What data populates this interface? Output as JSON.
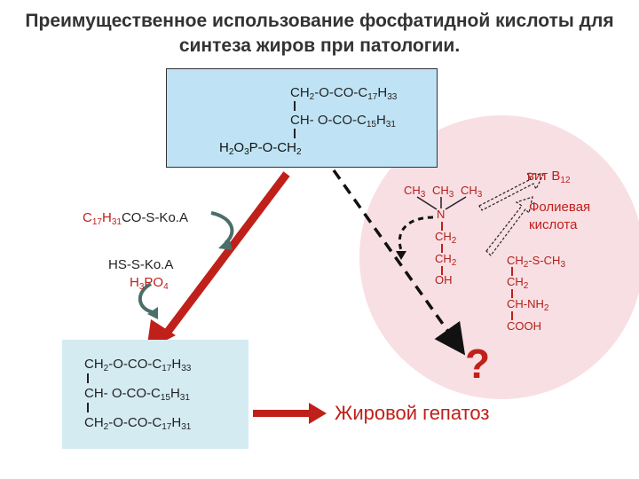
{
  "title": "Преимущественное использование фосфатидной кислоты для синтеза жиров при патологии.",
  "top_box": {
    "r1": [
      "CH",
      "2",
      "-O-CO-C",
      "17",
      "H",
      "33"
    ],
    "r2": [
      "CH- O-CO-C",
      "15",
      "H",
      "31"
    ],
    "r3": [
      "H",
      "2",
      "O",
      "3",
      "P-O-CH",
      "2"
    ]
  },
  "coa1": [
    "C",
    "17",
    "H",
    "31",
    "CO-S-Ko.A"
  ],
  "coa2": "HS-S-Ko.A",
  "h3po4": [
    "H",
    "3",
    "PO",
    "4"
  ],
  "bottom_box": {
    "r1": [
      "CH",
      "2",
      "-O-CO-C",
      "17",
      "H",
      "33"
    ],
    "r2": [
      "CH- O-CO-C",
      "15",
      "H",
      "31"
    ],
    "r3": [
      "CH",
      "2",
      "-O-CO-C",
      "17",
      "H",
      "31"
    ]
  },
  "choline": {
    "ch3a": [
      "CH",
      "3"
    ],
    "ch3b": [
      "CH",
      "3"
    ],
    "ch3c": [
      "CH",
      "3"
    ],
    "n": "N",
    "ch2a": [
      "CH",
      "2"
    ],
    "ch2b": [
      "CH",
      "2"
    ],
    "oh": "OH"
  },
  "methionine": {
    "r1": [
      "CH",
      "2",
      "-S-CH",
      "3"
    ],
    "r2": [
      "CH",
      "2"
    ],
    "r3": [
      "CH-NH",
      "2"
    ],
    "r4": "COOH"
  },
  "vit": [
    "вит В",
    "12"
  ],
  "folic": [
    "Фолиевая",
    "кислота"
  ],
  "question": "?",
  "hepatosis": "Жировой гепатоз",
  "colors": {
    "red": "#c0201a",
    "pink": "#f8dfe4",
    "box_blue": "#bfe3f4"
  }
}
